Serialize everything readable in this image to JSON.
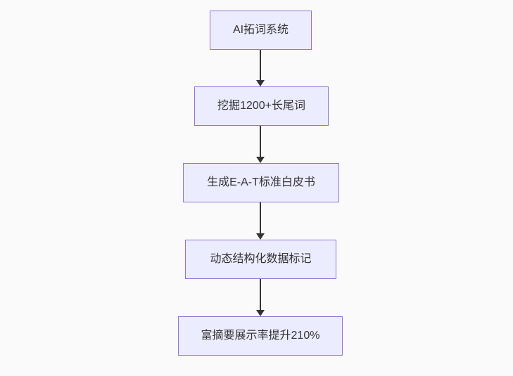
{
  "diagram": {
    "type": "flowchart-top-down",
    "background_color": "#fafafa",
    "node_fill_color": "#ececff",
    "node_border_color": "#9370db",
    "node_text_color": "#333333",
    "arrow_color": "#333333",
    "nodes": [
      {
        "id": "ai-keyword-system",
        "label": "AI拓词系统"
      },
      {
        "id": "longtail-mining",
        "label": "挖掘1200+长尾词"
      },
      {
        "id": "eat-whitepaper",
        "label": "生成E-A-T标准白皮书"
      },
      {
        "id": "structured-data",
        "label": "动态结构化数据标记"
      },
      {
        "id": "rich-snippet-result",
        "label": "富摘要展示率提升210%"
      }
    ],
    "edges": [
      {
        "from": "ai-keyword-system",
        "to": "longtail-mining"
      },
      {
        "from": "longtail-mining",
        "to": "eat-whitepaper"
      },
      {
        "from": "eat-whitepaper",
        "to": "structured-data"
      },
      {
        "from": "structured-data",
        "to": "rich-snippet-result"
      }
    ]
  }
}
